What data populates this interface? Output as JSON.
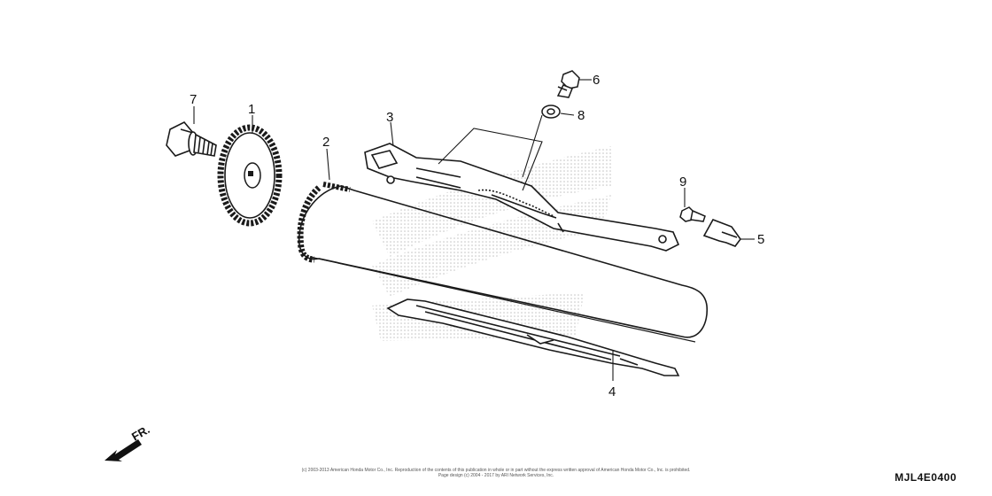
{
  "diagram": {
    "code": "MJL4E0400",
    "front_marker": "FR.",
    "copyright_line1": "(c) 2003-2013 American Honda Motor Co., Inc. Reproduction of the contents of this publication in whole or in part without the express written approval of American Honda Motor Co., Inc. is prohibited.",
    "copyright_line2": "Page design (c) 2004 - 2017 by ARI Network Services, Inc.",
    "callouts": {
      "c1": "1",
      "c2": "2",
      "c3": "3",
      "c4": "4",
      "c5": "5",
      "c6": "6",
      "c7": "7",
      "c8": "8",
      "c9": "9"
    }
  },
  "colors": {
    "line": "#1a1a1a",
    "watermark": "#c8c8c8"
  },
  "parts": [
    {
      "ref": "1",
      "icon": "sprocket-icon"
    },
    {
      "ref": "2",
      "icon": "cam-chain-icon"
    },
    {
      "ref": "3",
      "icon": "chain-tensioner-slider-icon"
    },
    {
      "ref": "4",
      "icon": "chain-guide-icon"
    },
    {
      "ref": "5",
      "icon": "bracket-icon"
    },
    {
      "ref": "6",
      "icon": "bolt-icon"
    },
    {
      "ref": "7",
      "icon": "flange-bolt-icon"
    },
    {
      "ref": "8",
      "icon": "washer-icon"
    },
    {
      "ref": "9",
      "icon": "small-bolt-icon"
    }
  ]
}
